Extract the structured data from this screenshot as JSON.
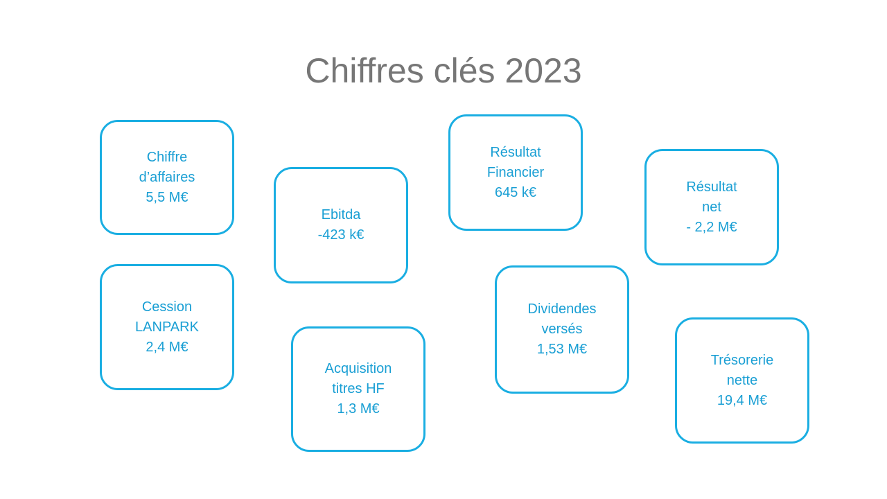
{
  "title": "Chiffres clés 2023",
  "colors": {
    "accent": "#1aaee2",
    "text_accent": "#1a9fd4",
    "title": "#767676"
  },
  "cards": [
    {
      "lines": [
        "Chiffre",
        "d’affaires",
        "5,5 M€"
      ]
    },
    {
      "lines": [
        "Ebitda",
        "-423 k€"
      ]
    },
    {
      "lines": [
        "Résultat",
        "Financier",
        "645 k€"
      ]
    },
    {
      "lines": [
        "Résultat",
        "net",
        "- 2,2 M€"
      ]
    },
    {
      "lines": [
        "Cession",
        "LANPARK",
        "2,4 M€"
      ]
    },
    {
      "lines": [
        "Acquisition",
        "titres HF",
        "1,3 M€"
      ]
    },
    {
      "lines": [
        "Dividendes",
        "versés",
        "1,53 M€"
      ]
    },
    {
      "lines": [
        "Trésorerie",
        "nette",
        "19,4  M€"
      ]
    }
  ]
}
